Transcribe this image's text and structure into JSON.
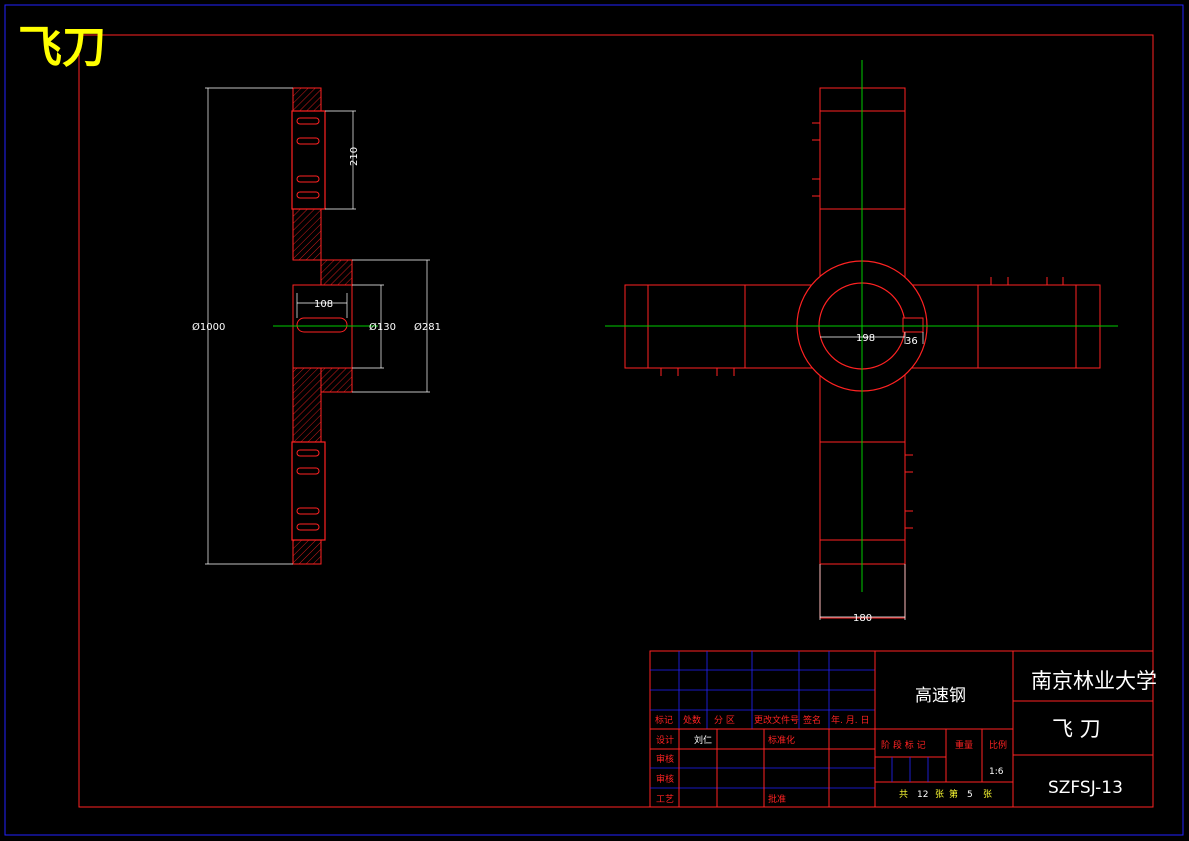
{
  "title": "飞刀",
  "colors": {
    "frame_outer": "#2222ff",
    "frame_inner": "#ff2222",
    "part": "#ff2222",
    "center_line": "#00cc00",
    "dimension": "#ffffff",
    "title_text": "#ffff00",
    "grid": "#2222ff"
  },
  "dimensions": {
    "diameter_1000": "Ø1000",
    "d210": "210",
    "d108": "108",
    "diameter_130": "Ø130",
    "diameter_281": "Ø281",
    "d198": "198",
    "d36": "36",
    "d180": "180"
  },
  "title_block": {
    "row_headers": [
      "标记",
      "处数",
      "分 区",
      "更改文件号",
      "签名",
      "年. 月. 日"
    ],
    "design_label": "设计",
    "designer": "刘仁",
    "standardize_label": "标准化",
    "check_label": "审核",
    "approve_label": "审核",
    "process_label": "工艺",
    "approval_label": "批准",
    "stage_label": "阶 段 标 记",
    "weight_label": "重量",
    "scale_label": "比例",
    "scale": "1:6",
    "sheets_total": "12",
    "sheet_number": "5",
    "sheets_text_gong": "共",
    "sheets_text_zhang": "张",
    "sheets_text_di": "第",
    "sheets_text_zhang2": "张",
    "material": "高速钢",
    "school": "南京林业大学",
    "part_name": "飞 刀",
    "drawing_number": "SZFSJ-13"
  }
}
